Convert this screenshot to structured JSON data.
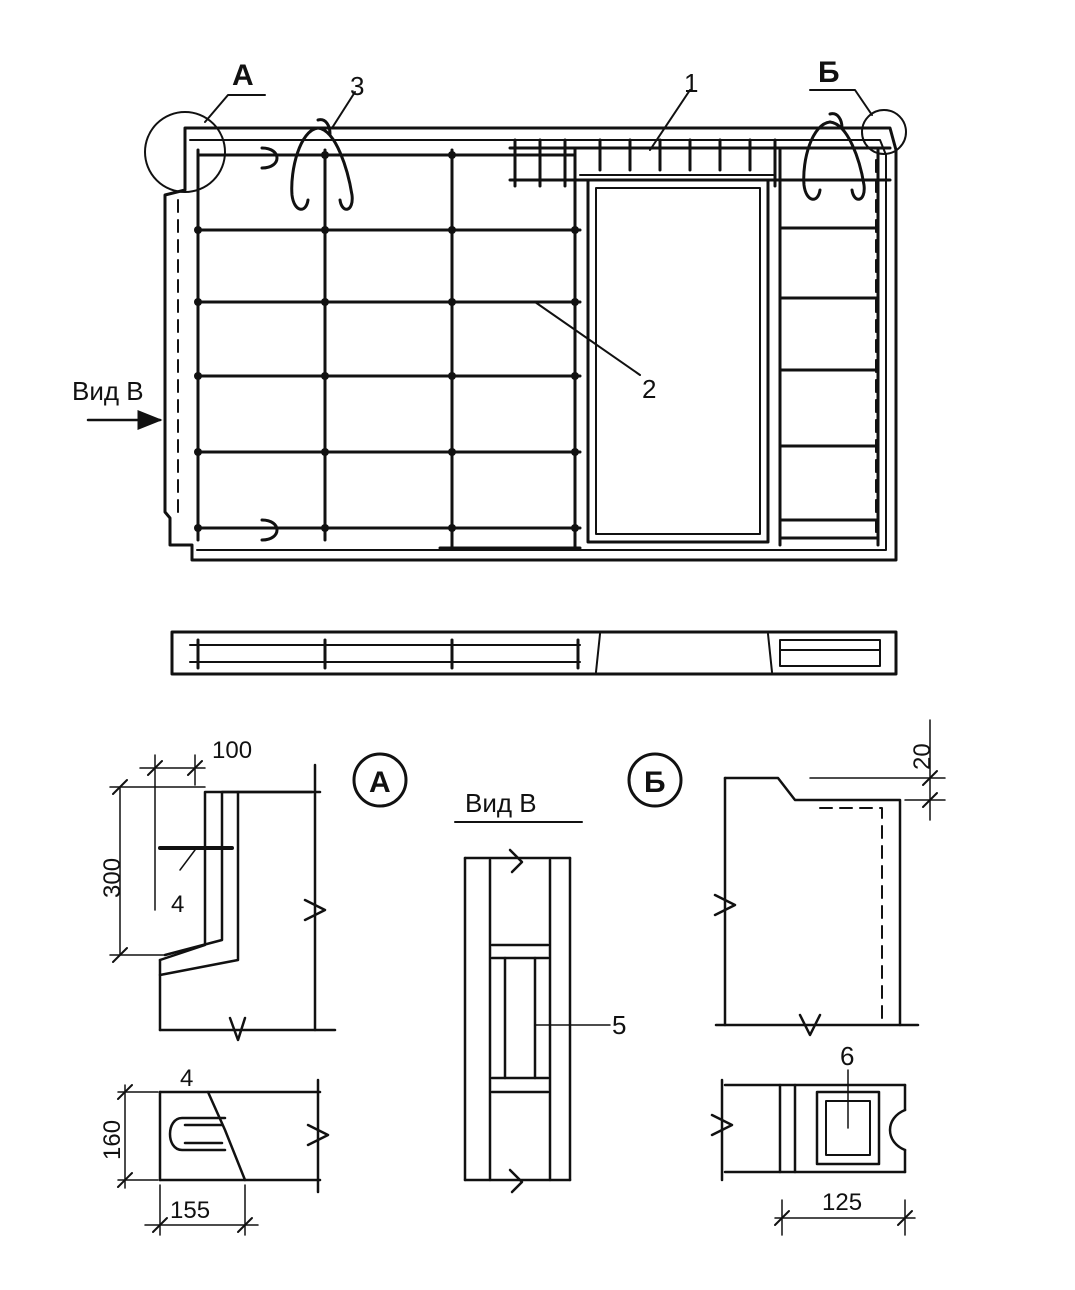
{
  "labels": {
    "callout_a": "А",
    "callout_b": "Б",
    "item_1": "1",
    "item_2": "2",
    "item_3": "3",
    "item_4_top": "4",
    "item_4_bottom": "4",
    "item_5": "5",
    "item_6": "6",
    "view_b_arrow": "Вид В",
    "view_b_title": "Вид В",
    "detail_a": "А",
    "detail_b": "Б"
  },
  "dimensions": {
    "d100": "100",
    "d300": "300",
    "d160": "160",
    "d155": "155",
    "d20": "20",
    "d125": "125"
  }
}
